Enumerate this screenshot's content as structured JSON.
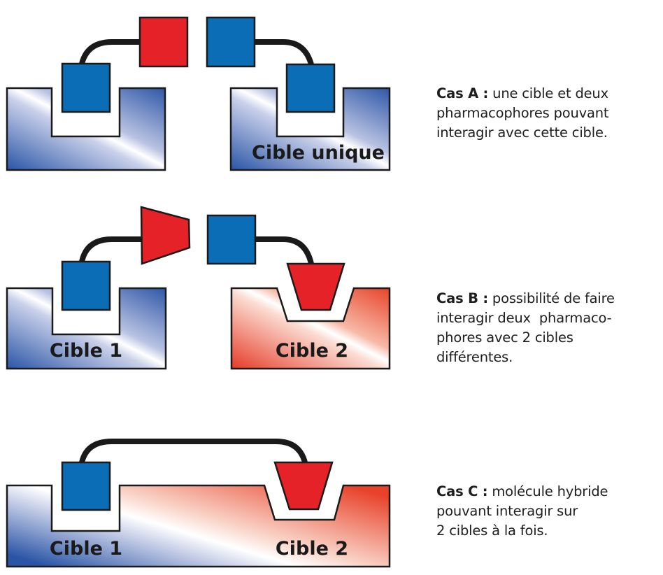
{
  "colors": {
    "pharmacophore_blue": "#0a6db5",
    "pharmacophore_red": "#e62229",
    "target_blue": "#2a55a6",
    "target_red": "#e8432a",
    "linker": "#1a1a1a"
  },
  "cases": [
    {
      "id": "A",
      "target_labels": [
        "",
        "Cible unique"
      ],
      "caption_heading": "Cas A :",
      "caption_lines": [
        "une cible et deux",
        "pharmacophores pouvant",
        "interagir avec cette cible."
      ]
    },
    {
      "id": "B",
      "target_labels": [
        "Cible 1",
        "Cible 2"
      ],
      "caption_heading": "Cas B :",
      "caption_lines": [
        "possibilité de faire",
        "interagir deux  pharmaco-",
        "phores avec 2 cibles",
        "différentes."
      ]
    },
    {
      "id": "C",
      "target_labels": [
        "Cible 1",
        "Cible 2"
      ],
      "caption_heading": "Cas C :",
      "caption_lines": [
        "molécule hybride",
        "pouvant interagir sur",
        "2 cibles à la fois."
      ]
    }
  ]
}
